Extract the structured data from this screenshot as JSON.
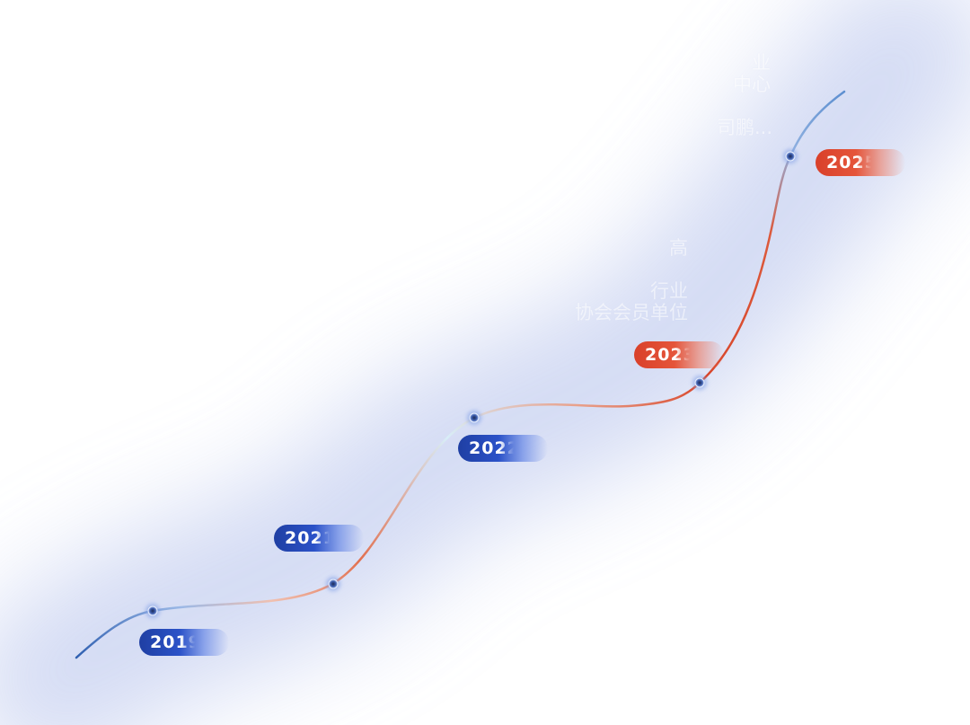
{
  "milestones": [
    {
      "year": "2019",
      "tone": "blue"
    },
    {
      "year": "2021",
      "tone": "blue"
    },
    {
      "year": "2022",
      "tone": "blue"
    },
    {
      "year": "2023",
      "tone": "red"
    },
    {
      "year": "2025",
      "tone": "red"
    }
  ],
  "faint_text": {
    "line1": "业",
    "line2": "中心",
    "line3": "司鹏...",
    "line4": "高",
    "line5": "行业",
    "line6": "协会会员单位"
  },
  "colors": {
    "blue": "#2b52c8",
    "red": "#e5553a",
    "glow": "#c9d3f2"
  }
}
